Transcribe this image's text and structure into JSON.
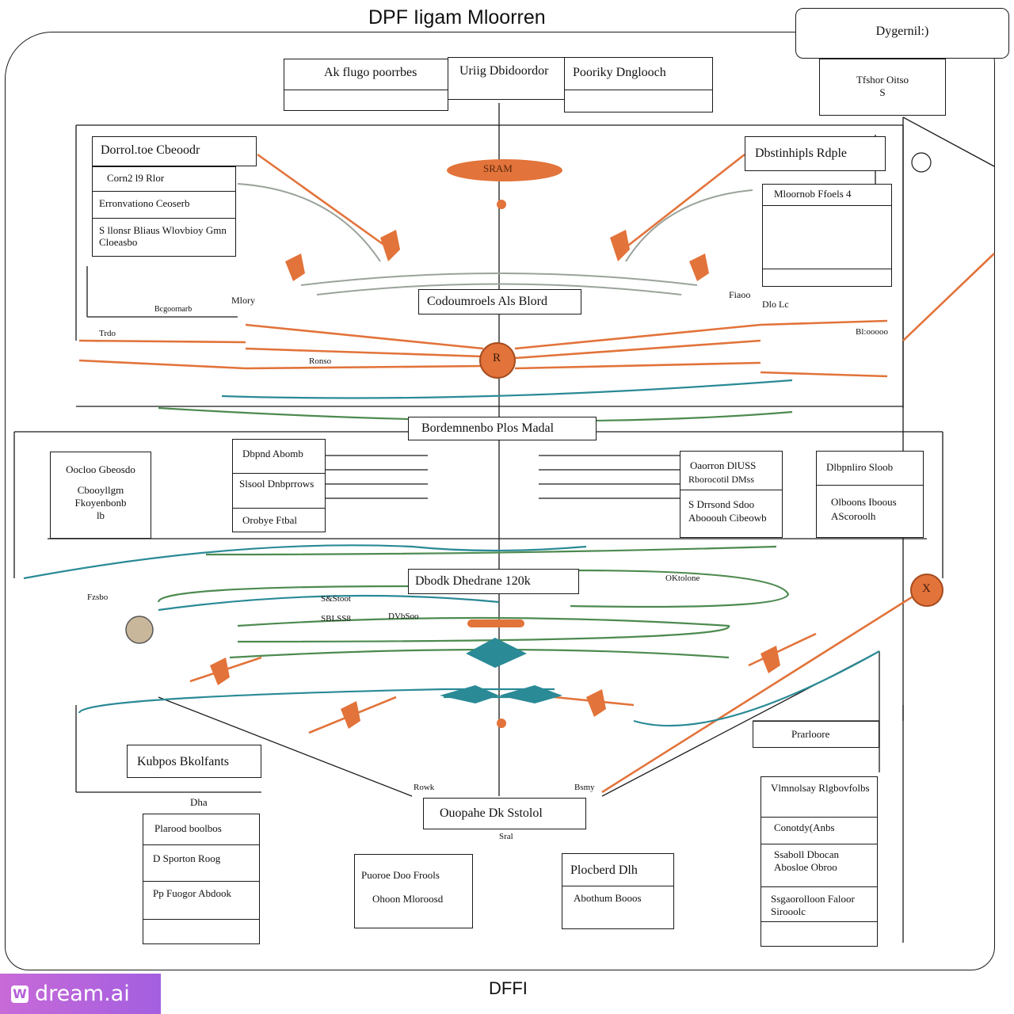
{
  "title": "DPF Iigam Mloorren",
  "footer": "DFFI",
  "watermark": {
    "logo": "W",
    "text": "dream.ai"
  },
  "colors": {
    "orange": "#e2733a",
    "teal": "#2a8a96",
    "green": "#4d8a4f",
    "gray": "#9aa39a",
    "line": "#1a1a1a"
  },
  "top_right": {
    "tag": "Dygernil:)",
    "box_line1": "Tfshor Oitso",
    "box_line2": "S"
  },
  "header_row": [
    "Ak flugo poorrbes",
    "Uriig Dbidoordor",
    "Pooriky Dnglooch"
  ],
  "left_upper": {
    "title": "Dorrol.toe Cbeoodr",
    "rows": [
      "Corn2 l9 Rlor",
      "Erronvationo Ceoserb",
      "S llonsr Bliaus Wlovbioy Gmn Cloeasbo"
    ]
  },
  "right_upper": {
    "title": "Dbstinhipls Rdple",
    "sub": "Mloornob Ffoels 4"
  },
  "center_oval": "SRAM",
  "center_top_label": "Codoumroels Als Blord",
  "center_node": "R",
  "mid_label": "Bordemnenbo Plos Madal",
  "lower_label": "Dbodk Dhedrane 120k",
  "left_mid": {
    "lines": [
      "Oocloo Gbeosdo",
      "Cbooyllgm",
      "Fkoyenbonb",
      "lb"
    ]
  },
  "left_mid2": {
    "title": "Dbpnd Abomb",
    "rows": [
      "Slsool Dnbprrows",
      "Orobye Ftbal"
    ]
  },
  "right_mid": {
    "title": "Oaorron DlUSS",
    "sub": "Rborocotil DMss",
    "rows": [
      "S Drrsond Sdoo Abooouh Cibeowb"
    ]
  },
  "right_mid2": {
    "title": "Dlbpnliro Sloob",
    "rows": [
      "Olboons Iboous",
      "AScoroolh"
    ]
  },
  "side_labels": [
    "Bcgoornarb",
    "Mlory",
    "Fiaoo",
    "Dlo Lc",
    "Bl:ooooo",
    "Trdo",
    "Ronso",
    "S&Stoot",
    "SBLSS8",
    "DVbSoo",
    "OKtolone",
    "Fzsbo",
    "Rowk",
    "Bsmy"
  ],
  "bottom_left": {
    "title": "Kubpos Bkolfants",
    "sub": "Dha",
    "rows": [
      "Plarood boolbos",
      "D Sporton Roog",
      "Pp Fuogor Abdook"
    ]
  },
  "bottom_center": {
    "title": "Ouopahe Dk Sstolol",
    "sub": "Sral"
  },
  "bottom_box_a": {
    "title": "Puoroe Doo Frools",
    "sub": "Ohoon Mloroosd"
  },
  "bottom_box_b": {
    "title": "Plocberd Dlh",
    "sub": "Abothum Booos"
  },
  "right_lower": {
    "title": "Prarloore",
    "rows": [
      "Vlmnolsay Rlgbovfolbs",
      "Conotdy(Anbs",
      "Ssaboll Dbocan Abosloe Obroo",
      "Ssgaorolloon Faloor Sirooolc"
    ]
  },
  "right_node": "X"
}
